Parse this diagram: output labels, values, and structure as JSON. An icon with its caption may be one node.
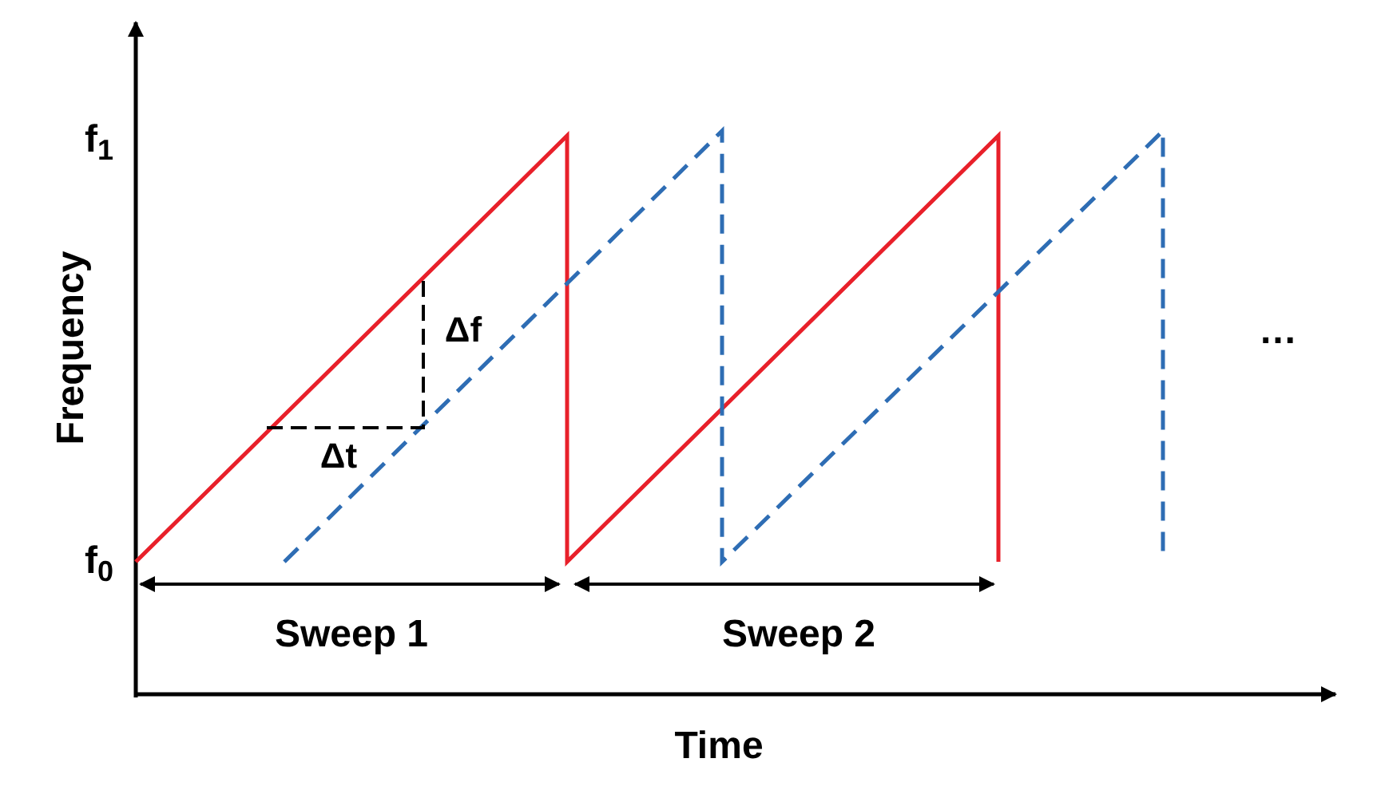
{
  "diagram": {
    "labels": [
      "f$_{1}$",
      "Frequency",
      "Δf",
      "…",
      "Δt",
      "f$_{0}$",
      "Sweep 1",
      "Sweep 2",
      "Time"
    ]
  }
}
